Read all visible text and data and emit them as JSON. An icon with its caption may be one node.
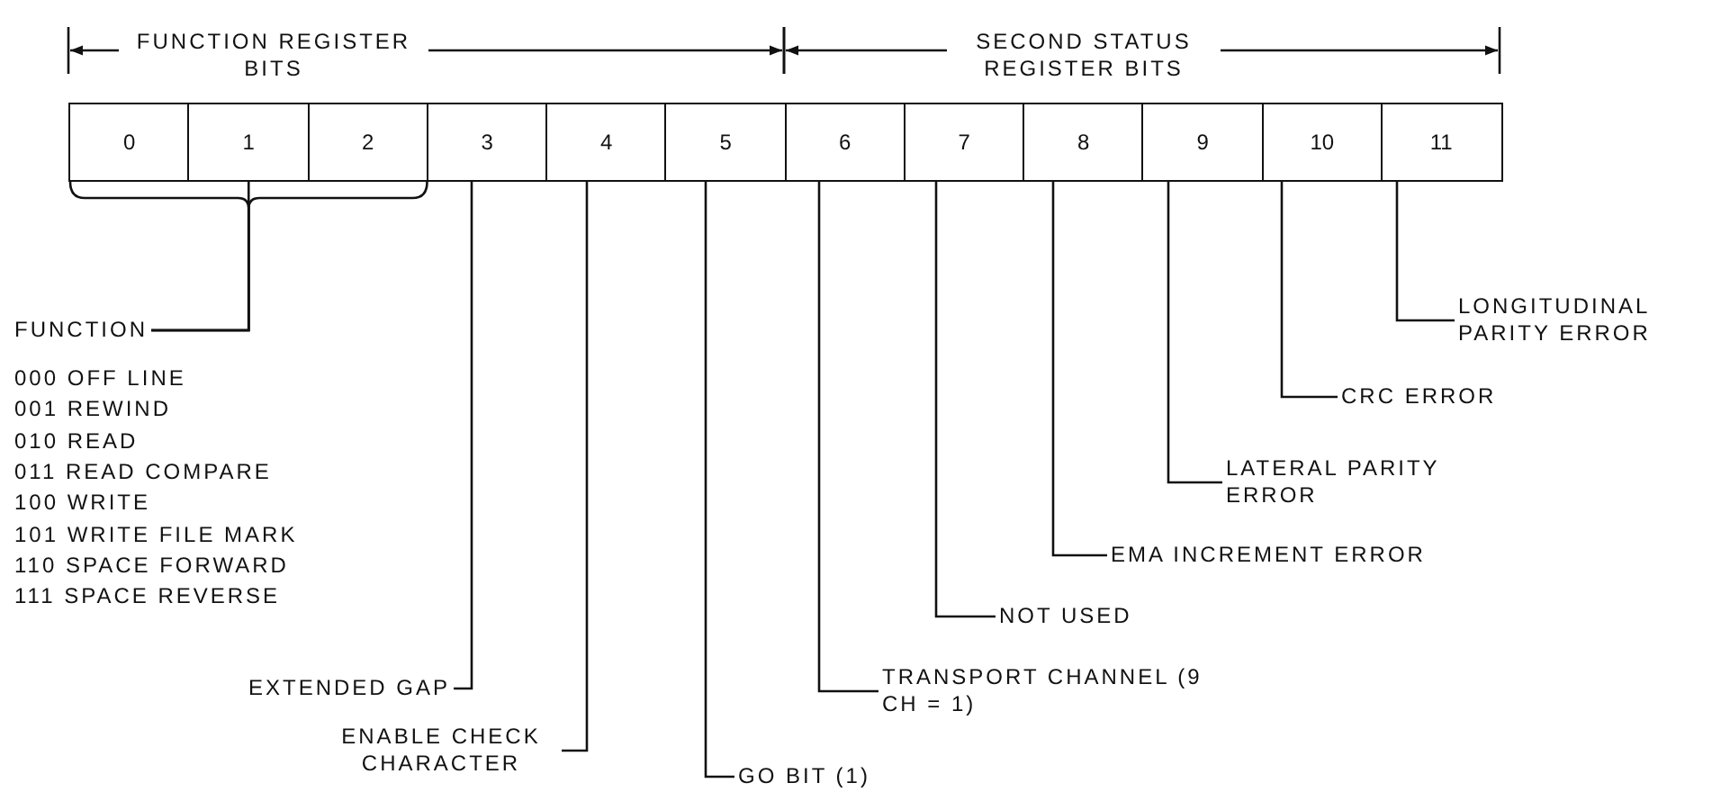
{
  "diagram": {
    "nodes": [
      {
        "text": [
          "0"
        ]
      },
      {
        "text": [
          "1"
        ]
      },
      {
        "text": [
          "2"
        ]
      },
      {
        "text": [
          "3"
        ]
      },
      {
        "text": [
          "4"
        ]
      },
      {
        "text": [
          "5"
        ]
      },
      {
        "text": [
          "6"
        ]
      },
      {
        "text": [
          "7"
        ]
      },
      {
        "text": [
          "8"
        ]
      },
      {
        "text": [
          "9"
        ]
      },
      {
        "text": [
          "10"
        ]
      },
      {
        "text": [
          "11"
        ]
      },
      {
        "text": [
          "FUNCTION"
        ]
      },
      {
        "text": [
          "EXTENDED GAP"
        ]
      },
      {
        "text": [
          "ENABLE CHECK CHARACTER"
        ]
      },
      {
        "text": [
          "GO BIT (1)"
        ]
      },
      {
        "text": [
          "TRANSPORT CHANNEL (9 CH = 1)"
        ]
      },
      {
        "text": [
          "NOT USED"
        ]
      },
      {
        "text": [
          "EMA INCREMENT ERROR"
        ]
      },
      {
        "text": [
          "LATERAL PARITY ERROR"
        ]
      },
      {
        "text": [
          "CRC ERROR"
        ]
      },
      {
        "text": [
          "LONGITUDINAL PARITY ERROR"
        ]
      }
    ],
    "edges": [
      {
        "from": 12,
        "to": 0,
        "arrow": "none"
      },
      {
        "from": 12,
        "to": 1,
        "arrow": "none"
      },
      {
        "from": 12,
        "to": 2,
        "arrow": "none"
      },
      {
        "from": 13,
        "to": 3,
        "arrow": "none"
      },
      {
        "from": 14,
        "to": 4,
        "arrow": "none"
      },
      {
        "from": 15,
        "to": 5,
        "arrow": "none"
      },
      {
        "from": 16,
        "to": 6,
        "arrow": "none"
      },
      {
        "from": 17,
        "to": 7,
        "arrow": "none"
      },
      {
        "from": 18,
        "to": 8,
        "arrow": "none"
      },
      {
        "from": 19,
        "to": 9,
        "arrow": "none"
      },
      {
        "from": 20,
        "to": 10,
        "arrow": "none"
      },
      {
        "from": 21,
        "to": 11,
        "arrow": "none"
      }
    ],
    "labels": [
      "FUNCTION REGISTER BITS",
      "SECOND STATUS REGISTER BITS",
      "000 OFF LINE",
      "001 REWIND",
      "010 READ",
      "011 READ COMPARE",
      "100 WRITE",
      "101 WRITE FILE MARK",
      "110 SPACE FORWARD",
      "111 SPACE REVERSE"
    ]
  }
}
